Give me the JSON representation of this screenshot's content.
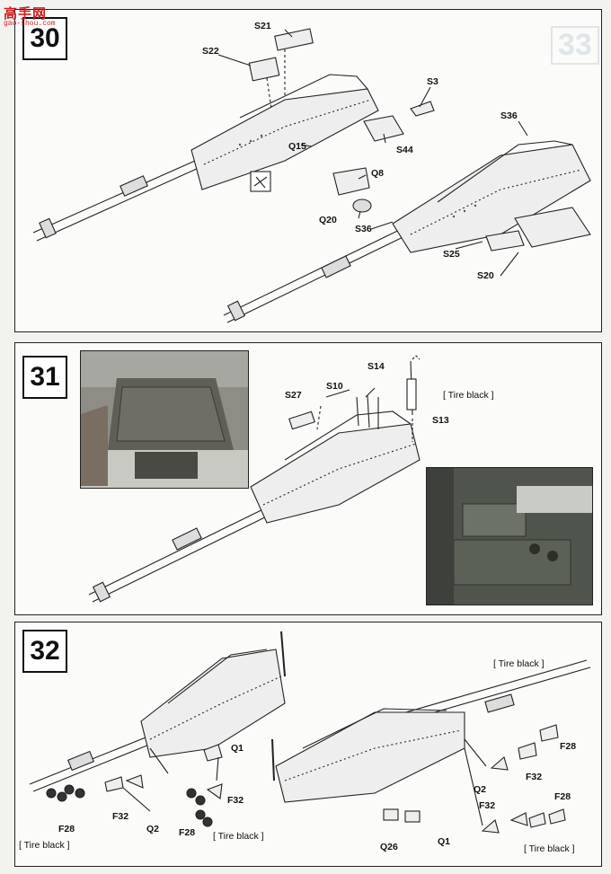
{
  "watermark": {
    "brand": "高手网",
    "site": "gao-shou.com"
  },
  "steps": {
    "s30": {
      "number": "30",
      "ghost_number": "33",
      "labels": {
        "S21": "S21",
        "S22": "S22",
        "S3": "S3",
        "S44": "S44",
        "Q15": "Q15",
        "Q8": "Q8",
        "Q20": "Q20",
        "S36a": "S36",
        "S36b": "S36",
        "S25": "S25",
        "S20": "S20"
      }
    },
    "s31": {
      "number": "31",
      "labels": {
        "S14": "S14",
        "S13": "S13",
        "S10": "S10",
        "S27": "S27"
      },
      "tire": "[ Tire black ]"
    },
    "s32": {
      "number": "32",
      "labels": {
        "Q1a": "Q1",
        "F28a": "F28",
        "F32a": "F32",
        "Q2a": "Q2",
        "F32b": "F32",
        "F28b": "F28",
        "Q26": "Q26",
        "Q1b": "Q1",
        "Q2b": "Q2",
        "F32c": "F32",
        "F28c": "F28",
        "F32d": "F32",
        "F28d": "F28"
      },
      "tire_a": "[ Tire black ]",
      "tire_b": "[ Tire black ]",
      "tire_c": "[ Tire black ]",
      "tire_d": "[ Tire black ]"
    }
  }
}
